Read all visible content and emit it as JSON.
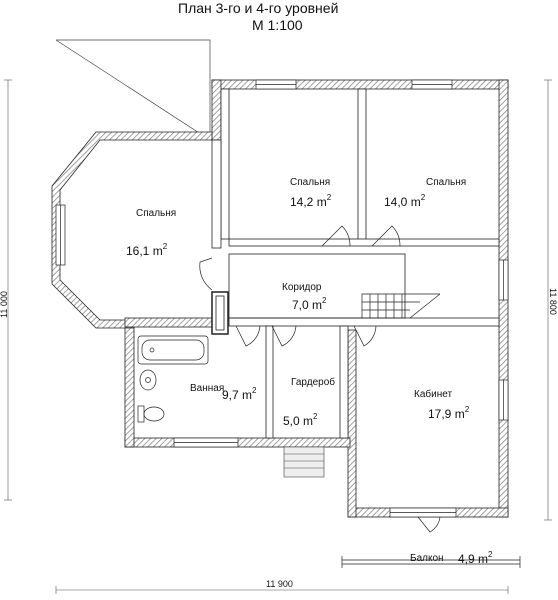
{
  "title": {
    "line1": "План 3-го и 4-го уровней",
    "line2": "М 1:100"
  },
  "rooms": {
    "bedroom_left": {
      "name": "Спальня",
      "area": "16,1 m",
      "unit_sup": "2"
    },
    "bedroom_mid": {
      "name": "Спальня",
      "area": "14,2 m",
      "unit_sup": "2"
    },
    "bedroom_right": {
      "name": "Спальня",
      "area": "14,0 m",
      "unit_sup": "2"
    },
    "corridor": {
      "name": "Коридор",
      "area": "7,0 m",
      "unit_sup": "2"
    },
    "bathroom": {
      "name": "Ванная",
      "area": "9,7 m",
      "unit_sup": "2"
    },
    "wardrobe": {
      "name": "Гардероб",
      "area": "5,0 m",
      "unit_sup": "2"
    },
    "office": {
      "name": "Кабинет",
      "area": "17,9 m",
      "unit_sup": "2"
    },
    "balcony": {
      "name": "Балкон",
      "area": "4,9 m",
      "unit_sup": "2"
    }
  },
  "dimensions": {
    "width": "11 900",
    "left_height": "11 000",
    "right_height": "11 800"
  },
  "colors": {
    "wall_hatch": "#b8b8b8",
    "line": "#222222",
    "background": "#ffffff"
  }
}
